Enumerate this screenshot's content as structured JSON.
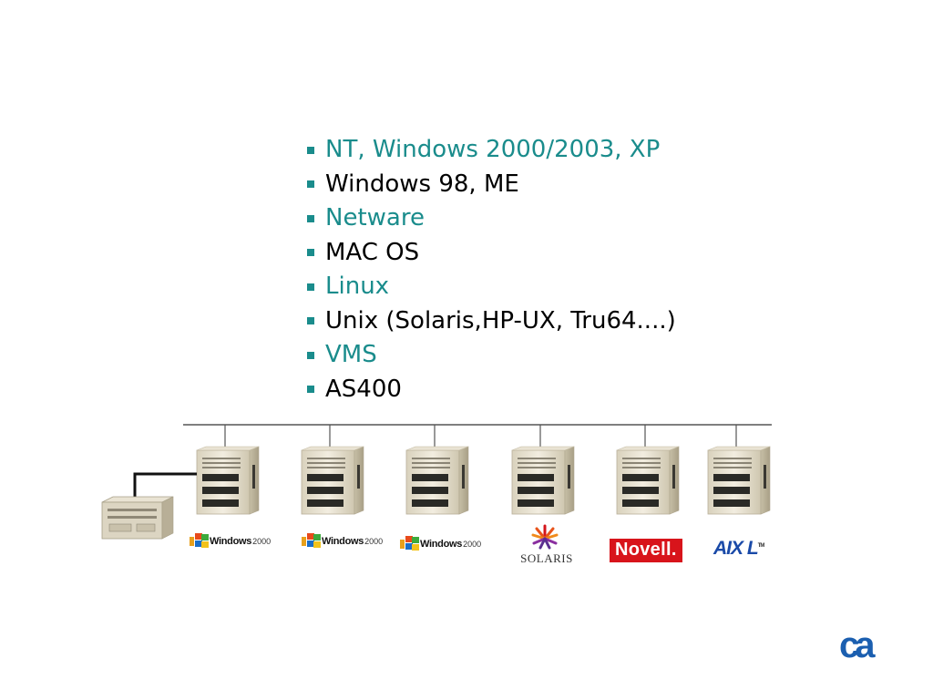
{
  "bullets": [
    {
      "text": "NT, Windows 2000/2003, XP",
      "color": "#1a8c8c"
    },
    {
      "text": "Windows 98, ME",
      "color": "#000000"
    },
    {
      "text": "Netware",
      "color": "#1a8c8c"
    },
    {
      "text": "MAC OS",
      "color": "#000000"
    },
    {
      "text": "Linux",
      "color": "#1a8c8c"
    },
    {
      "text": "Unix (Solaris,HP-UX, Tru64....)",
      "color": "#000000"
    },
    {
      "text": "VMS",
      "color": "#1a8c8c"
    },
    {
      "text": "AS400",
      "color": "#000000"
    }
  ],
  "bullet_color": "#1a8c8c",
  "logos": {
    "windows_word": "Windows",
    "windows_version": "2000",
    "solaris": "SOLARIS",
    "novell": "Novell",
    "novell_dot": ".",
    "aix": "AIX",
    "aix_l": "L",
    "aix_tm": "TM",
    "ca": "ca"
  }
}
